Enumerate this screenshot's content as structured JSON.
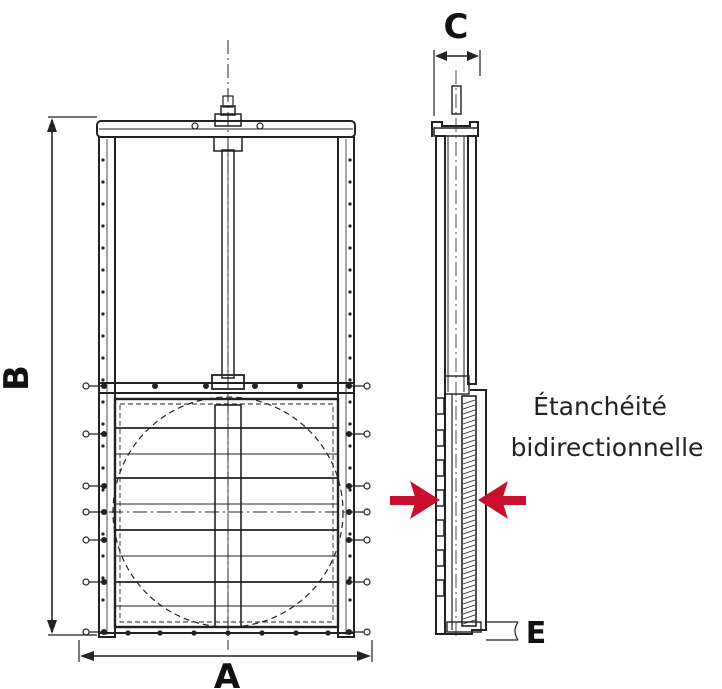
{
  "dimensions": {
    "a": "A",
    "b": "B",
    "c": "C",
    "e": "E"
  },
  "annotation": {
    "line1": "Étanchéité",
    "line2": "bidirectionnelle"
  },
  "colors": {
    "line": "#222222",
    "arrow": "#c8102e"
  }
}
